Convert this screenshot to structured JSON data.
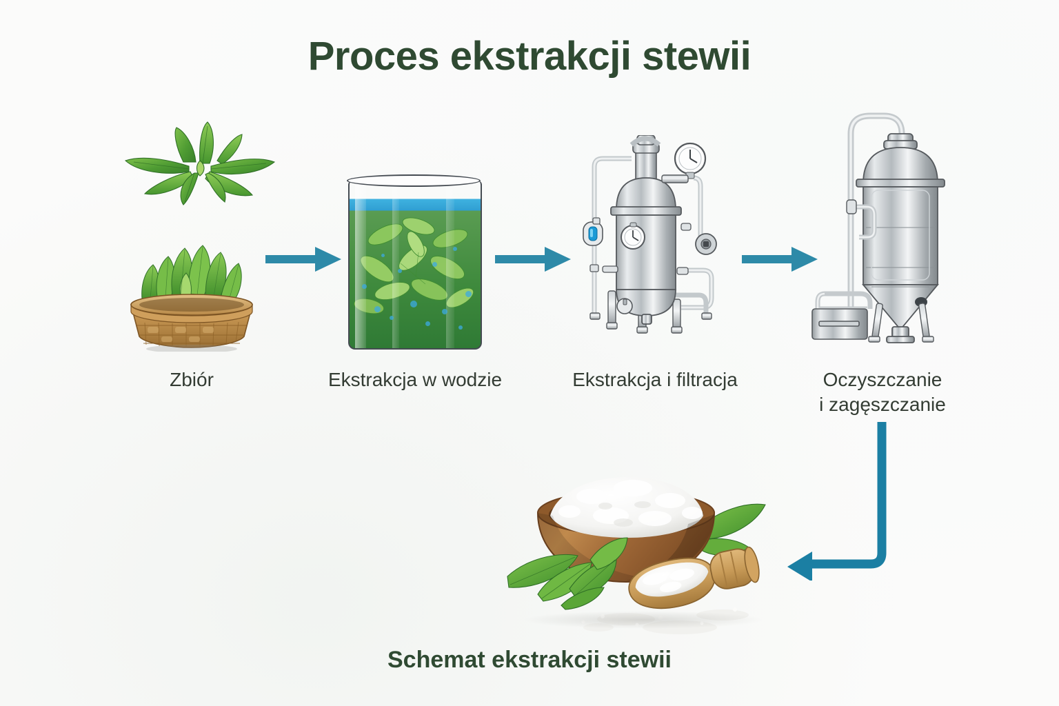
{
  "page": {
    "title": "Proces ekstrakcji stewii",
    "caption": "Schemat ekstrakcji stewii",
    "background_color": "#fbfbfa",
    "title_color": "#2f4a32",
    "label_color": "#333c33",
    "arrow_color": "#2e8aa8",
    "language": "pl"
  },
  "steps": [
    {
      "index": 1,
      "label": "Zbiór",
      "icon": "stevia-basket-illustration",
      "description_elements": [
        "stevia-leaf-sprig",
        "wicker-basket-with-leaves"
      ]
    },
    {
      "index": 2,
      "label": "Ekstrakcja w wodzie",
      "icon": "glass-beaker-illustration",
      "description_elements": [
        "glass-cylinder",
        "blue-water-surface",
        "submerged-green-leaves",
        "bubbles"
      ]
    },
    {
      "index": 3,
      "label": "Ekstrakcja i filtracja",
      "icon": "pressure-extractor-illustration",
      "description_elements": [
        "steel-pressure-vessel",
        "pressure-gauge",
        "pipes",
        "sight-glass"
      ]
    },
    {
      "index": 4,
      "label_line_1": "Oczyszczanie",
      "label_line_2": "i zagęszczanie",
      "icon": "evaporator-column-illustration",
      "description_elements": [
        "steel-evaporator-column",
        "conical-bottom",
        "pump-unit",
        "overhead-pipe"
      ]
    },
    {
      "index": 5,
      "label": "Schemat ekstrakcji stewii",
      "icon": "stevia-powder-bowl-illustration",
      "description_elements": [
        "wooden-bowl",
        "white-stevia-powder",
        "wooden-scoop",
        "stevia-leaves"
      ]
    }
  ],
  "arrows": [
    {
      "name": "arrow-1",
      "direction": "right",
      "from_step": 1,
      "to_step": 2
    },
    {
      "name": "arrow-2",
      "direction": "right",
      "from_step": 2,
      "to_step": 3
    },
    {
      "name": "arrow-3",
      "direction": "right",
      "from_step": 3,
      "to_step": 4
    },
    {
      "name": "arrow-4",
      "direction": "down-then-left",
      "from_step": 4,
      "to_step": 5
    }
  ]
}
